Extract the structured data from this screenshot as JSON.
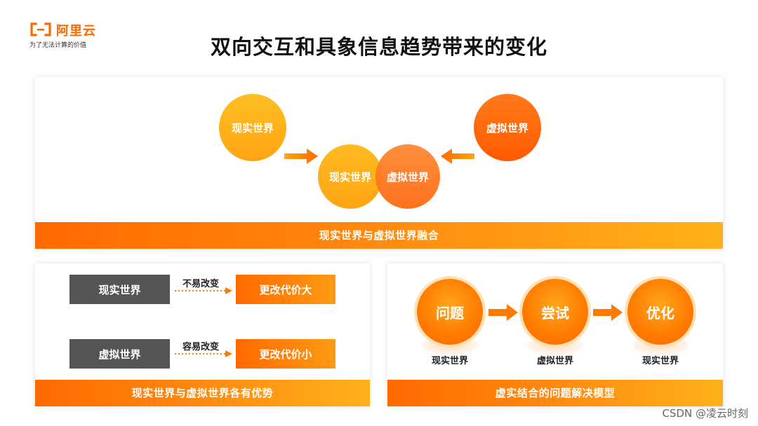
{
  "logo": {
    "brand_text": "阿里云",
    "slogan": "为了无法计算的价值",
    "brand_color": "#ff6a00"
  },
  "title": "双向交互和具象信息趋势带来的变化",
  "top_panel": {
    "real_world_circle": "现实世界",
    "virtual_world_circle": "虚拟世界",
    "merged_real": "现实世界",
    "merged_virtual": "虚拟世界",
    "bar_label": "现实世界与虚拟世界融合"
  },
  "bottom_left": {
    "row1": {
      "left": "现实世界",
      "arrow_label": "不易改变",
      "right": "更改代价大"
    },
    "row2": {
      "left": "虚拟世界",
      "arrow_label": "容易改变",
      "right": "更改代价小"
    },
    "bar_label": "现实世界与虚拟世界各有优势"
  },
  "bottom_right": {
    "steps": [
      {
        "label": "问题",
        "caption": "现实世界"
      },
      {
        "label": "尝试",
        "caption": "虚拟世界"
      },
      {
        "label": "优化",
        "caption": "现实世界"
      }
    ],
    "bar_label": "虚实结合的问题解决模型"
  },
  "watermark": "CSDN @凌云时刻",
  "colors": {
    "accent_orange": "#ff6a00",
    "accent_yellow": "#ffb11a",
    "dark_gray": "#555555"
  }
}
